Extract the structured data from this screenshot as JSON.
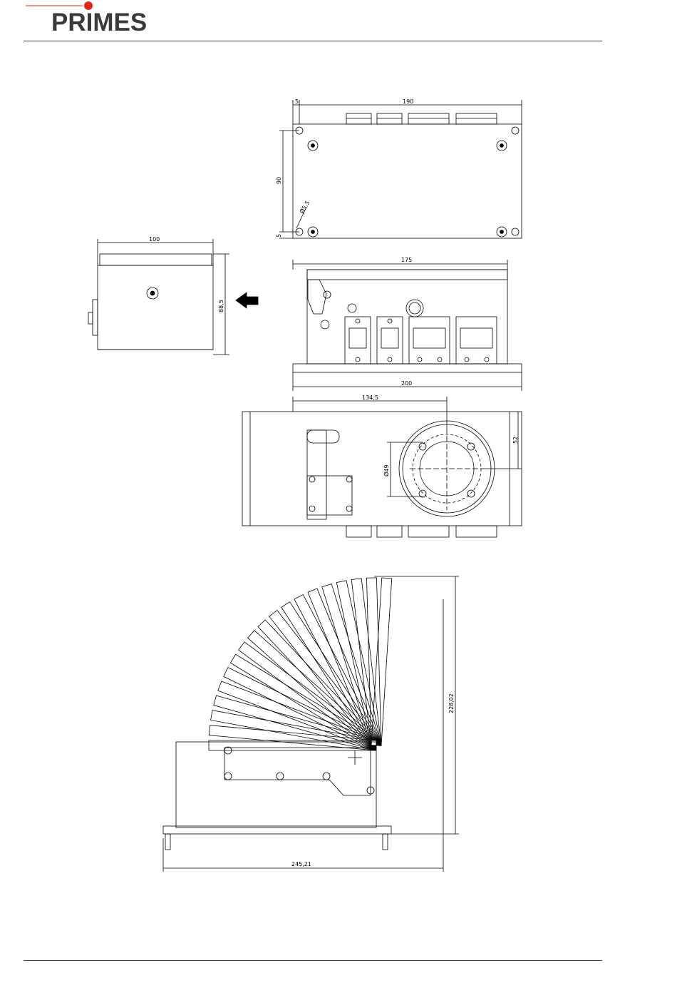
{
  "header": {
    "brand": "PRIMES",
    "logo_dot_color": "#e2261d",
    "logo_text_color": "#3a3a3a"
  },
  "drawing": {
    "top_view": {
      "dim_edge_offset": "5",
      "dim_length": "190",
      "dim_height": "90",
      "dim_hole_offset": "5",
      "dim_hole": "Ø5,5"
    },
    "side_view": {
      "dim_depth": "100",
      "dim_height": "88,5"
    },
    "front_view": {
      "dim_depth": "175",
      "dim_base": "200"
    },
    "bottom_view": {
      "dim_aperture_pos": "134,5",
      "dim_aperture": "Ø49",
      "dim_offset": "52"
    },
    "swing_view": {
      "dim_height": "228,02",
      "dim_width": "245,21"
    }
  }
}
